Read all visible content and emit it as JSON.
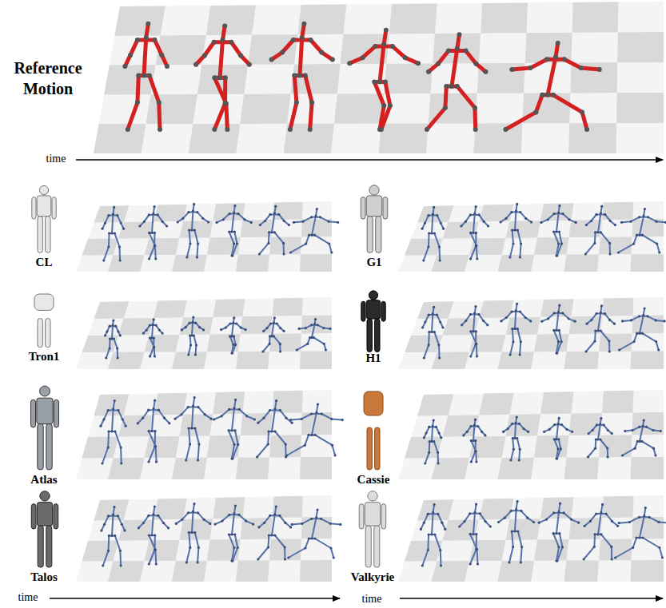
{
  "diagram": {
    "labels": [
      "Reference Motion",
      "time",
      "CL",
      "G1",
      "Tron1",
      "H1",
      "Atlas",
      "Cassie",
      "Talos",
      "Valkyrie",
      "time",
      "time"
    ]
  }
}
